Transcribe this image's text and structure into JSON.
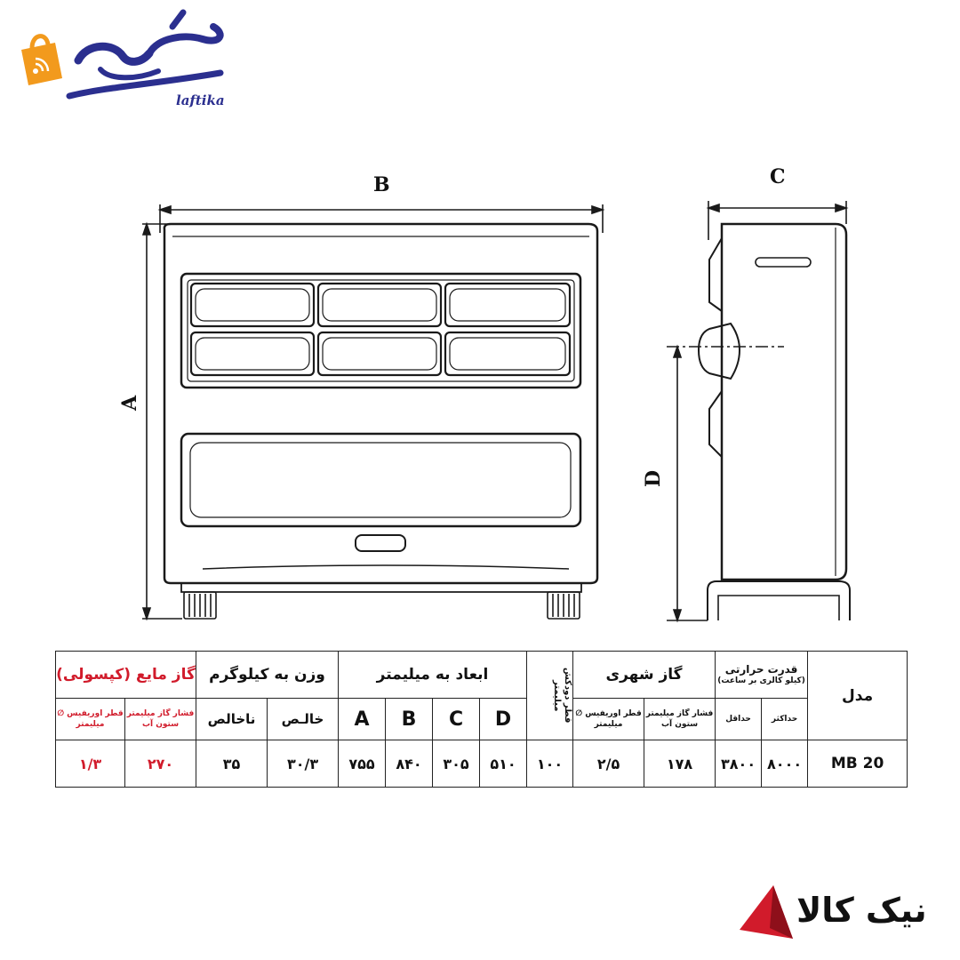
{
  "branding": {
    "top_logo_text": "لفتیکا",
    "top_logo_sub": "laftika",
    "bottom_logo_text": "نیک کالا"
  },
  "dimension_labels": {
    "A": "A",
    "B": "B",
    "C": "C",
    "D": "D"
  },
  "table": {
    "headers": {
      "model": "مدل",
      "heat_capacity": "قدرت حرارتی",
      "heat_capacity_unit": "(کیلو کالری بر ساعت)",
      "max": "حداکثر",
      "min": "حداقل",
      "city_gas": "گاز شهری",
      "gas_pressure": "فشار گاز میلیمتر ستون آب",
      "orifice_dia": "قطر اوریفیس ∅ میلیمتر",
      "flue_dia": "قطر دودکش میلیمتر",
      "flue_symbol": "∅",
      "dimensions": "ابعاد به میلیمتر",
      "dim_a": "A",
      "dim_b": "B",
      "dim_c": "C",
      "dim_d": "D",
      "weight": "وزن به کیلوگرم",
      "net": "خالـص",
      "gross": "ناخالص",
      "lpg": "گاز مایع (کپسولی)",
      "lpg_pressure": "فشار گاز میلیمتر ستون آب",
      "lpg_orifice": "قطر اوریفیس ∅ میلیمتر"
    },
    "row": {
      "model": "MB 20",
      "max": "۸۰۰۰",
      "min": "۳۸۰۰",
      "city_pressure": "۱۷۸",
      "city_orifice": "۲/۵",
      "flue": "۱۰۰",
      "d": "۵۱۰",
      "c": "۳۰۵",
      "b": "۸۴۰",
      "a": "۷۵۵",
      "net": "۳۰/۳",
      "gross": "۳۵",
      "lpg_pressure": "۲۷۰",
      "lpg_orifice": "۱/۳"
    }
  },
  "colors": {
    "accent_red": "#d11b2b",
    "logo_blue": "#2b2f8f",
    "logo_orange": "#f29a1d"
  }
}
